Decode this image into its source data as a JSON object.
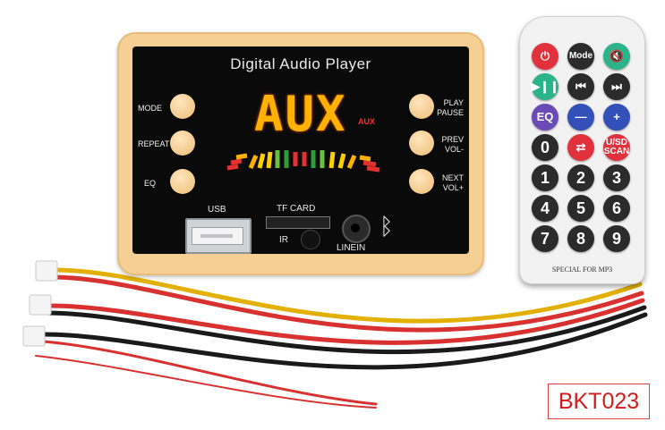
{
  "module": {
    "title": "Digital Audio Player",
    "display_main": "AUX",
    "display_tag": "AUX",
    "left_buttons": [
      {
        "label": "MODE"
      },
      {
        "label": "REPEAT"
      },
      {
        "label": "EQ"
      }
    ],
    "right_buttons": [
      {
        "label": "PLAY\nPAUSE"
      },
      {
        "label": "PREV\nVOL-"
      },
      {
        "label": "NEXT\nVOL+"
      }
    ],
    "usb_label": "USB",
    "tf_label": "TF CARD",
    "ir_label": "IR",
    "linein_label": "LINEIN",
    "bluetooth_icon": "bluetooth-icon"
  },
  "remote": {
    "buttons": [
      {
        "label": "⏻",
        "color": "#e0313d"
      },
      {
        "label": "Mode",
        "color": "#2b2b2b"
      },
      {
        "label": "🔇",
        "color": "#2bb38a"
      },
      {
        "label": "▶❙❙",
        "color": "#2bb38a"
      },
      {
        "label": "⏮",
        "color": "#2b2b2b"
      },
      {
        "label": "⏭",
        "color": "#2b2b2b"
      },
      {
        "label": "EQ",
        "color": "#6a4bb5"
      },
      {
        "label": "—",
        "color": "#3350b8"
      },
      {
        "label": "+",
        "color": "#3350b8"
      },
      {
        "label": "0",
        "color": "#2b2b2b"
      },
      {
        "label": "⇄",
        "color": "#e0313d"
      },
      {
        "label": "U/SD\nSCAN",
        "color": "#e0313d"
      },
      {
        "label": "1",
        "color": "#2b2b2b"
      },
      {
        "label": "2",
        "color": "#2b2b2b"
      },
      {
        "label": "3",
        "color": "#2b2b2b"
      },
      {
        "label": "4",
        "color": "#2b2b2b"
      },
      {
        "label": "5",
        "color": "#2b2b2b"
      },
      {
        "label": "6",
        "color": "#2b2b2b"
      },
      {
        "label": "7",
        "color": "#2b2b2b"
      },
      {
        "label": "8",
        "color": "#2b2b2b"
      },
      {
        "label": "9",
        "color": "#2b2b2b"
      }
    ],
    "footer": "SPECIAL FOR MP3"
  },
  "badge": "BKT023"
}
